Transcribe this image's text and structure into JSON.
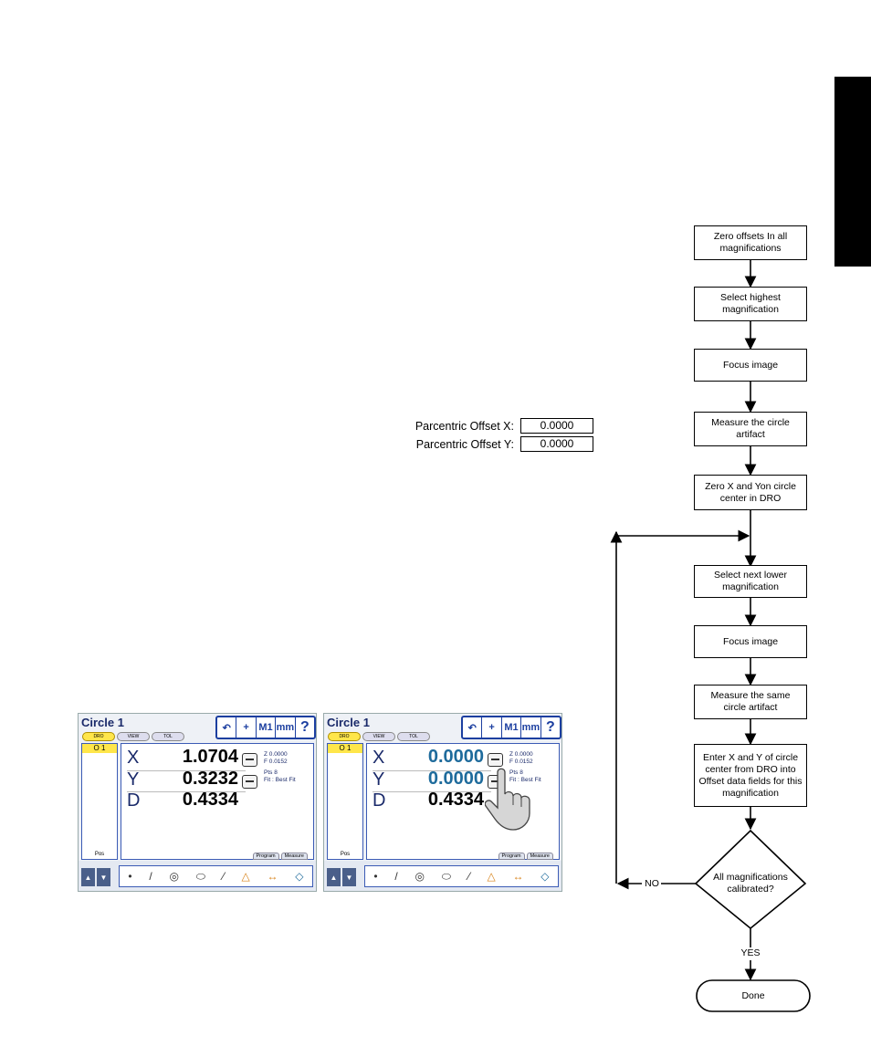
{
  "offsets": {
    "x_label": "Parcentric Offset X:",
    "x_value": "0.0000",
    "y_label": "Parcentric Offset Y:",
    "y_value": "0.0000"
  },
  "flowchart": {
    "steps": [
      "Zero offsets In all magnifications",
      "Select highest magnification",
      "Focus image",
      "Measure the circle artifact",
      "Zero X and Yon circle center in DRO",
      "Select next lower magnification",
      "Focus image",
      "Measure the same circle artifact",
      "Enter X and Y of circle center from DRO into Offset data fields for this magnification"
    ],
    "decision": "All magnifications calibrated?",
    "no_label": "NO",
    "yes_label": "YES",
    "end": "Done"
  },
  "screens": [
    {
      "title": "Circle 1",
      "pills": [
        "DRO",
        "VIEW",
        "TOL"
      ],
      "toolbar": [
        "↶",
        "+",
        "M1",
        "mm",
        "?"
      ],
      "feature": "O 1",
      "pos": "Pos",
      "x": "1.0704",
      "y": "0.3232",
      "d": "0.4334",
      "axis_x": "X",
      "axis_y": "Y",
      "axis_d": "D",
      "z": "Z   0.0000",
      "f": "F   0.0152",
      "pts": "Pts  8",
      "fit": "Fit : Best Fit",
      "tab_program": "Program",
      "tab_measure": "Measure",
      "tools": [
        "▲",
        "▼"
      ]
    },
    {
      "title": "Circle 1",
      "pills": [
        "DRO",
        "VIEW",
        "TOL"
      ],
      "toolbar": [
        "↶",
        "+",
        "M1",
        "mm",
        "?"
      ],
      "feature": "O 1",
      "pos": "Pos",
      "x": "0.0000",
      "y": "0.0000",
      "d": "0.4334",
      "axis_x": "X",
      "axis_y": "Y",
      "axis_d": "D",
      "z": "Z   0.0000",
      "f": "F   0.0152",
      "pts": "Pts  8",
      "fit": "Fit : Best Fit",
      "tab_program": "Program",
      "tab_measure": "Measure",
      "tools": [
        "▲",
        "▼"
      ]
    }
  ],
  "tool_icons": [
    "point-icon",
    "line-icon",
    "circle-icon",
    "slot-icon",
    "distance-icon",
    "angle-icon",
    "width-icon",
    "probe-icon"
  ]
}
